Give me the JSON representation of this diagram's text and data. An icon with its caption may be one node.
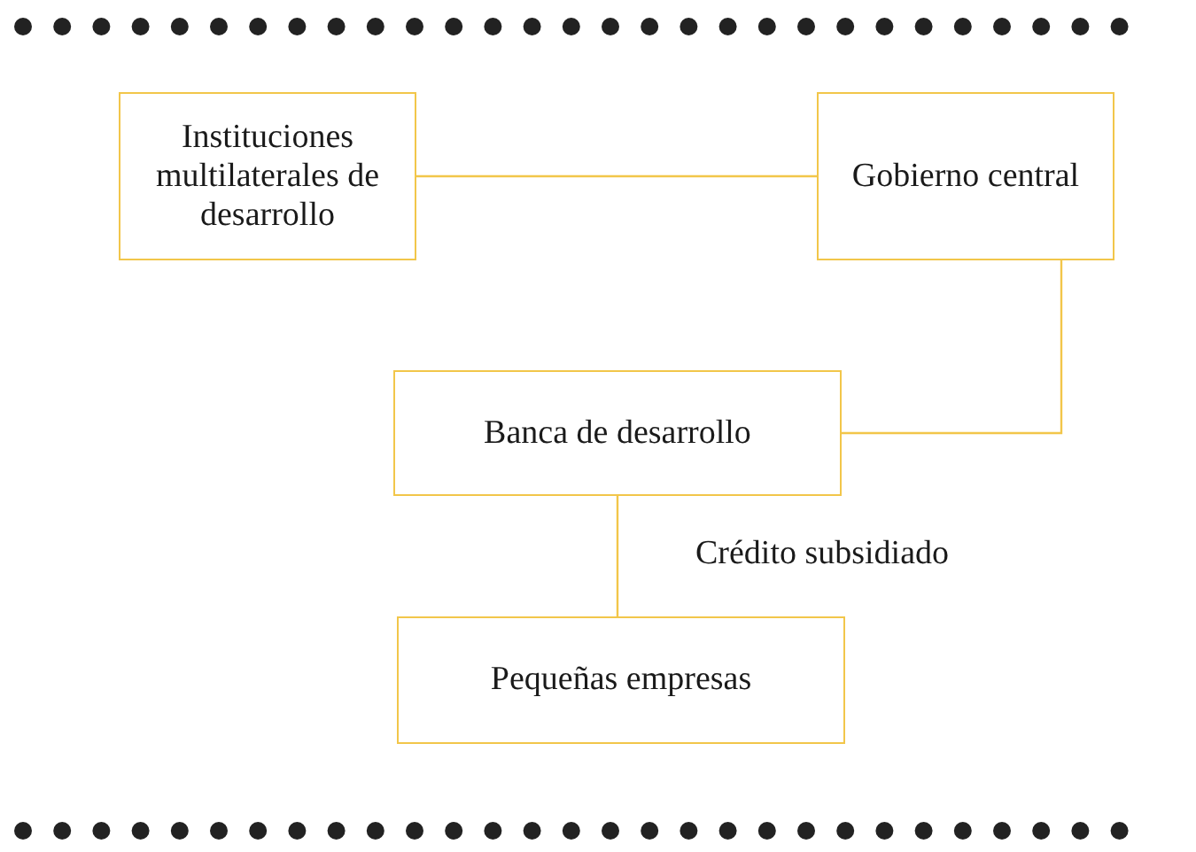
{
  "diagram": {
    "nodes": [
      {
        "text": [
          "Instituciones multilaterales de desarrollo"
        ]
      },
      {
        "text": [
          "Gobierno central"
        ]
      },
      {
        "text": [
          "Banca de desarrollo"
        ]
      },
      {
        "text": [
          "Pequeñas empresas"
        ]
      }
    ],
    "edges": [
      {
        "from": 0,
        "to": 1,
        "arrow": "none"
      },
      {
        "from": 1,
        "to": 2,
        "arrow": "none"
      },
      {
        "from": 2,
        "to": 3,
        "arrow": "none",
        "label": "Crédito subsidiado"
      }
    ]
  }
}
